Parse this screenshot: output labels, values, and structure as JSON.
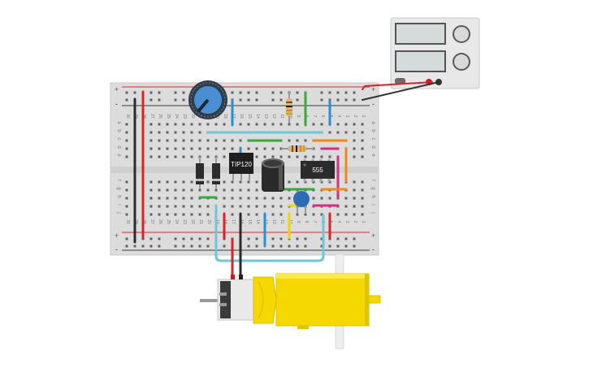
{
  "board": {
    "columns_left_to_right": [
      "30",
      "29",
      "28",
      "27",
      "26",
      "25",
      "24",
      "23",
      "22",
      "21",
      "20",
      "19",
      "18",
      "17",
      "16",
      "15",
      "14",
      "13",
      "12",
      "11",
      "10",
      "9",
      "8",
      "7",
      "6",
      "5",
      "4",
      "3",
      "2",
      "1"
    ],
    "rows_top": [
      "a",
      "b",
      "c",
      "d",
      "e"
    ],
    "rows_bottom": [
      "f",
      "g",
      "h",
      "i",
      "j"
    ],
    "rail_plus": "+",
    "rail_minus": "-"
  },
  "components": {
    "transistor_label": "TIP120",
    "ic_label": "555"
  },
  "colors": {
    "board": "#dcdcdc",
    "rail_red": "#e0242b",
    "rail_blue": "#3b3b3b",
    "wire_red": "#d8232a",
    "wire_black": "#2b2b2b",
    "wire_blue": "#2a8fd0",
    "wire_green": "#3aa83a",
    "wire_orange": "#ef8a1a",
    "wire_magenta": "#d4307f",
    "wire_yellow": "#f2d400",
    "wire_cyan": "#6ec6d6",
    "motor_yellow": "#f5d800",
    "pot_blue": "#4a8fd4",
    "cap_blue": "#2d6bb5"
  },
  "icons": {
    "power_supply": "power-supply-icon",
    "motor": "gear-motor-icon"
  }
}
